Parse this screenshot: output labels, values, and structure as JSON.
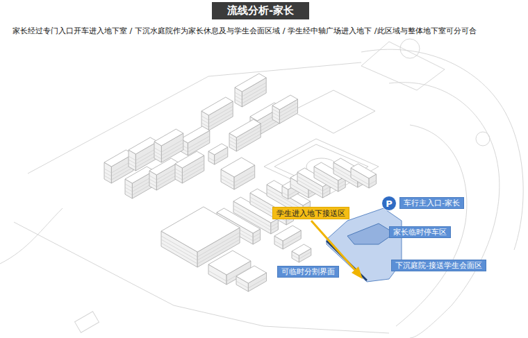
{
  "diagram": {
    "title": "流线分析-家长",
    "nodes": [
      {
        "text": [
          "车行主入口-家长"
        ]
      },
      {
        "text": [
          "P"
        ]
      },
      {
        "text": [
          "学生进入地下接送区"
        ]
      },
      {
        "text": [
          "家长临时停车区"
        ]
      },
      {
        "text": [
          "下沉庭院-接送学生会面区"
        ]
      },
      {
        "text": [
          "可临时分割界面"
        ]
      }
    ],
    "labels": [
      "家长经过专门入口开车进入地下室 / 下沉水庭院作为家长休息及与学生会面区域 / 学生经中轴广场进入地下 /此区域与整体地下室可分可合"
    ]
  }
}
